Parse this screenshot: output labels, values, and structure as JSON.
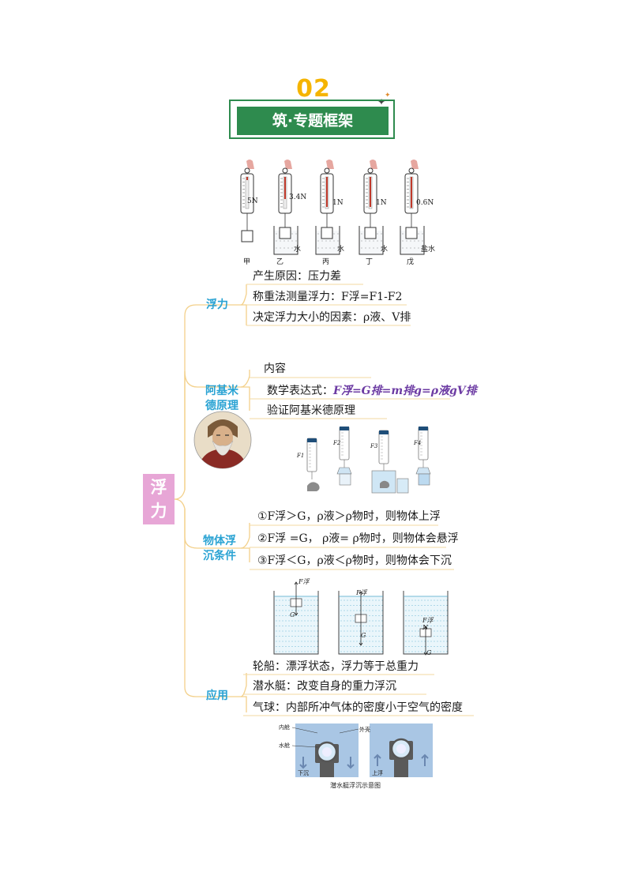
{
  "header": {
    "number": "02",
    "title": "筑·专题框架"
  },
  "spring_scales": {
    "readings": [
      "5N",
      "3.4N",
      "1N",
      "1N",
      "0.6N"
    ],
    "labels": [
      "甲",
      "乙",
      "丙",
      "丁",
      "戊"
    ],
    "liquids": [
      "水",
      "水",
      "水",
      "盐水"
    ]
  },
  "root": {
    "label": "浮力"
  },
  "branches": [
    {
      "label": "浮力",
      "items": [
        "产生原因：压力差",
        "称重法测量浮力：F浮=F1-F2",
        "决定浮力大小的因素：ρ液、V排"
      ]
    },
    {
      "label": "阿基米德原理",
      "items": [
        "内容",
        "数学表达式：",
        "验证阿基米德原理"
      ],
      "formula": "F浮=G排=m排g=ρ液gV排"
    },
    {
      "label": "物体浮沉条件",
      "items": [
        "①F浮＞G，ρ液＞ρ物时，则物体上浮",
        "②F浮 =G， ρ液= ρ物时，则物体会悬浮",
        "③F浮＜G，ρ液＜ρ物时，则物体会下沉"
      ]
    },
    {
      "label": "应用",
      "items": [
        "轮船：漂浮状态，浮力等于总重力",
        "潜水艇：改变自身的重力浮沉",
        "气球：内部所冲气体的密度小于空气的密度"
      ]
    }
  ],
  "archimedes_labels": [
    "F1",
    "F2",
    "F3",
    "F4"
  ],
  "force_labels": {
    "buoyancy": "F浮",
    "gravity": "G",
    "normal": "N"
  },
  "submarine": {
    "labels": [
      "内舱",
      "外壳",
      "水舱"
    ],
    "states": [
      "下沉",
      "上浮"
    ],
    "caption": "潜水艇浮沉示意图"
  },
  "colors": {
    "banner": "#2e8b4e",
    "number": "#f5b400",
    "root": "#e7a6d6",
    "branch_text": "#2aa3d3",
    "connector": "#f3d08a",
    "formula": "#6c3ba3"
  }
}
